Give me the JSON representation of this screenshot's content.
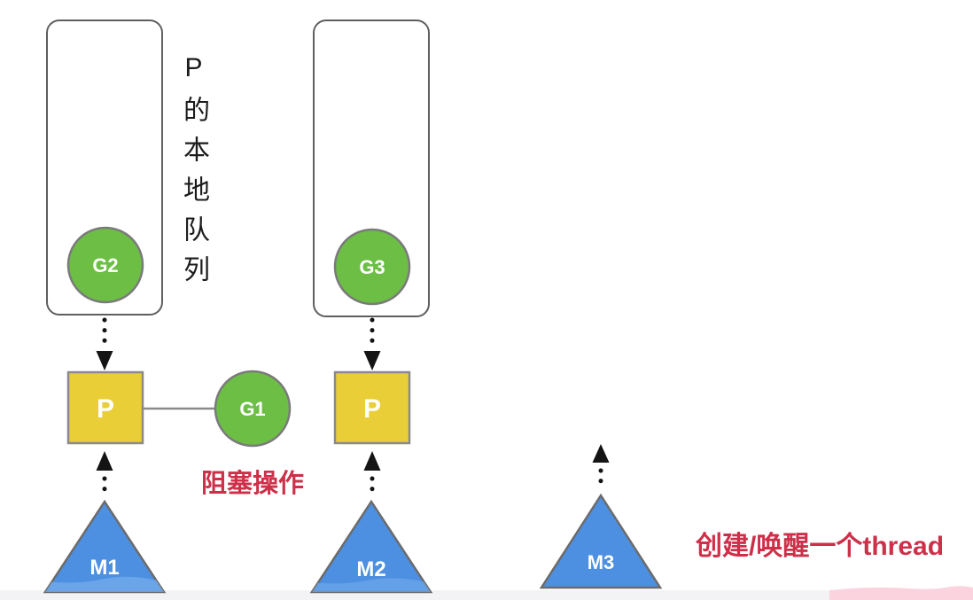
{
  "diagram": {
    "queue_label": "P的本地队列",
    "annotations": {
      "blocking": "阻塞操作",
      "create_thread": "创建/唤醒一个thread"
    },
    "nodes": {
      "queue1_goroutine": "G2",
      "queue2_goroutine": "G3",
      "blocked_goroutine": "G1",
      "processor1": "P",
      "processor2": "P",
      "machine1": "M1",
      "machine2": "M2",
      "machine3": "M3"
    },
    "colors": {
      "goroutine_green": "#6cbf44",
      "processor_yellow": "#e9ce37",
      "machine_blue": "#4d8fe0",
      "annotation_red": "#ce2f49",
      "highlight_pink": "#fbd3df",
      "bottom_strip_gray": "#f3f3f5"
    }
  }
}
